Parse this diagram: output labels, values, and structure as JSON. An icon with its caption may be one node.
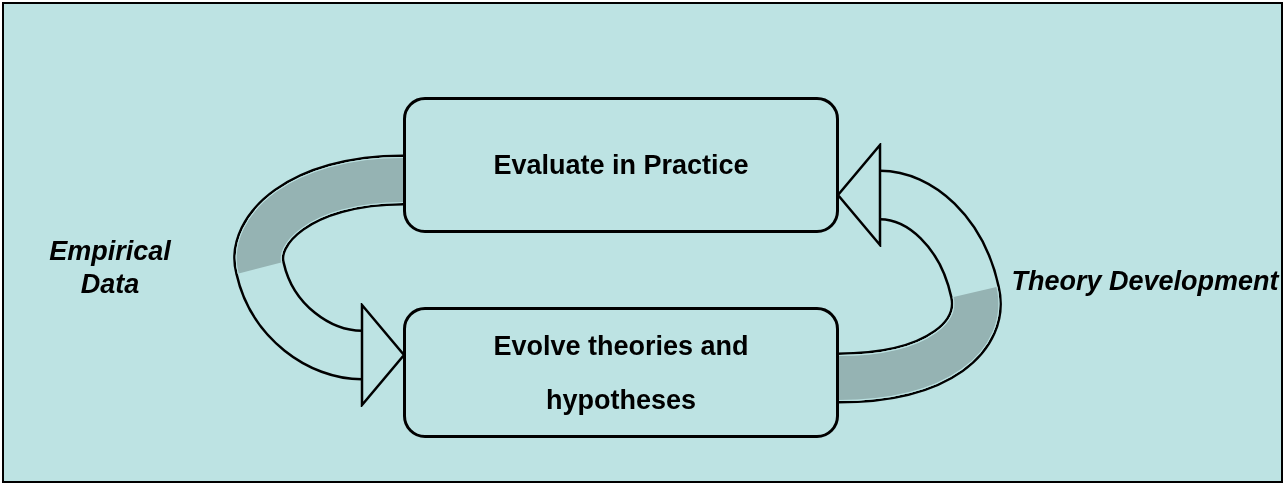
{
  "diagram": {
    "nodes": [
      {
        "text": [
          "Evaluate in Practice"
        ]
      },
      {
        "text": [
          "Evolve theories and hypotheses"
        ]
      }
    ],
    "edges": [
      {
        "from": 0,
        "to": 1,
        "arrow": "to"
      },
      {
        "from": 1,
        "to": 0,
        "arrow": "to"
      }
    ],
    "labels": [
      "Empirical Data",
      "Theory Development"
    ]
  }
}
